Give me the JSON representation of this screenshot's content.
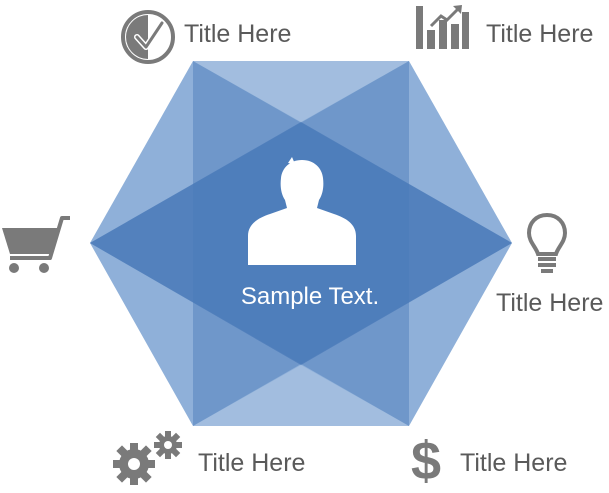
{
  "center": {
    "text": "Sample Text.",
    "icon": "person-silhouette-icon"
  },
  "items": [
    {
      "position": "top-left",
      "title": "Title Here",
      "icon": "clock-check-icon"
    },
    {
      "position": "top-right",
      "title": "Title Here",
      "icon": "bar-chart-growth-icon"
    },
    {
      "position": "left",
      "title": "",
      "icon": "shopping-cart-icon"
    },
    {
      "position": "right",
      "title": "Title Here",
      "icon": "lightbulb-icon"
    },
    {
      "position": "bottom-left",
      "title": "Title Here",
      "icon": "gears-icon"
    },
    {
      "position": "bottom-right",
      "title": "Title Here",
      "icon": "dollar-sign-icon"
    }
  ],
  "colors": {
    "hexagon_dark": "#4a7ab8",
    "hexagon_mid": "#6f95c8",
    "hexagon_light": "#8fb0d9",
    "icon_gray": "#7a7a7a",
    "label_text": "#5a5a5a",
    "center_text": "#ffffff"
  }
}
